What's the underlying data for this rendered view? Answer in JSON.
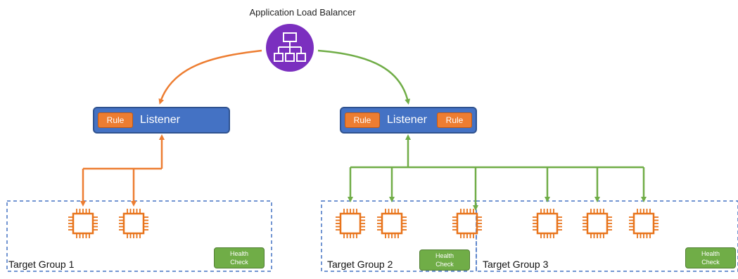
{
  "alb": {
    "title": "Application Load Balancer",
    "icon": "load-balancer-icon",
    "color": "#7b2fbf"
  },
  "listeners": [
    {
      "label": "Listener",
      "rules": [
        "Rule"
      ]
    },
    {
      "label": "Listener",
      "rules": [
        "Rule",
        "Rule"
      ]
    }
  ],
  "target_groups": [
    {
      "label": "Target Group 1",
      "health_check": [
        "Health",
        "Check"
      ]
    },
    {
      "label": "Target Group 2",
      "health_check": [
        "Health",
        "Check"
      ]
    },
    {
      "label": "Target Group 3",
      "health_check": [
        "Health",
        "Check"
      ]
    }
  ],
  "colors": {
    "orange": "#ed7d31",
    "green": "#70ad47",
    "listener_blue": "#4472c4",
    "group_border": "#4472c4",
    "instance_orange": "#e8731a"
  }
}
